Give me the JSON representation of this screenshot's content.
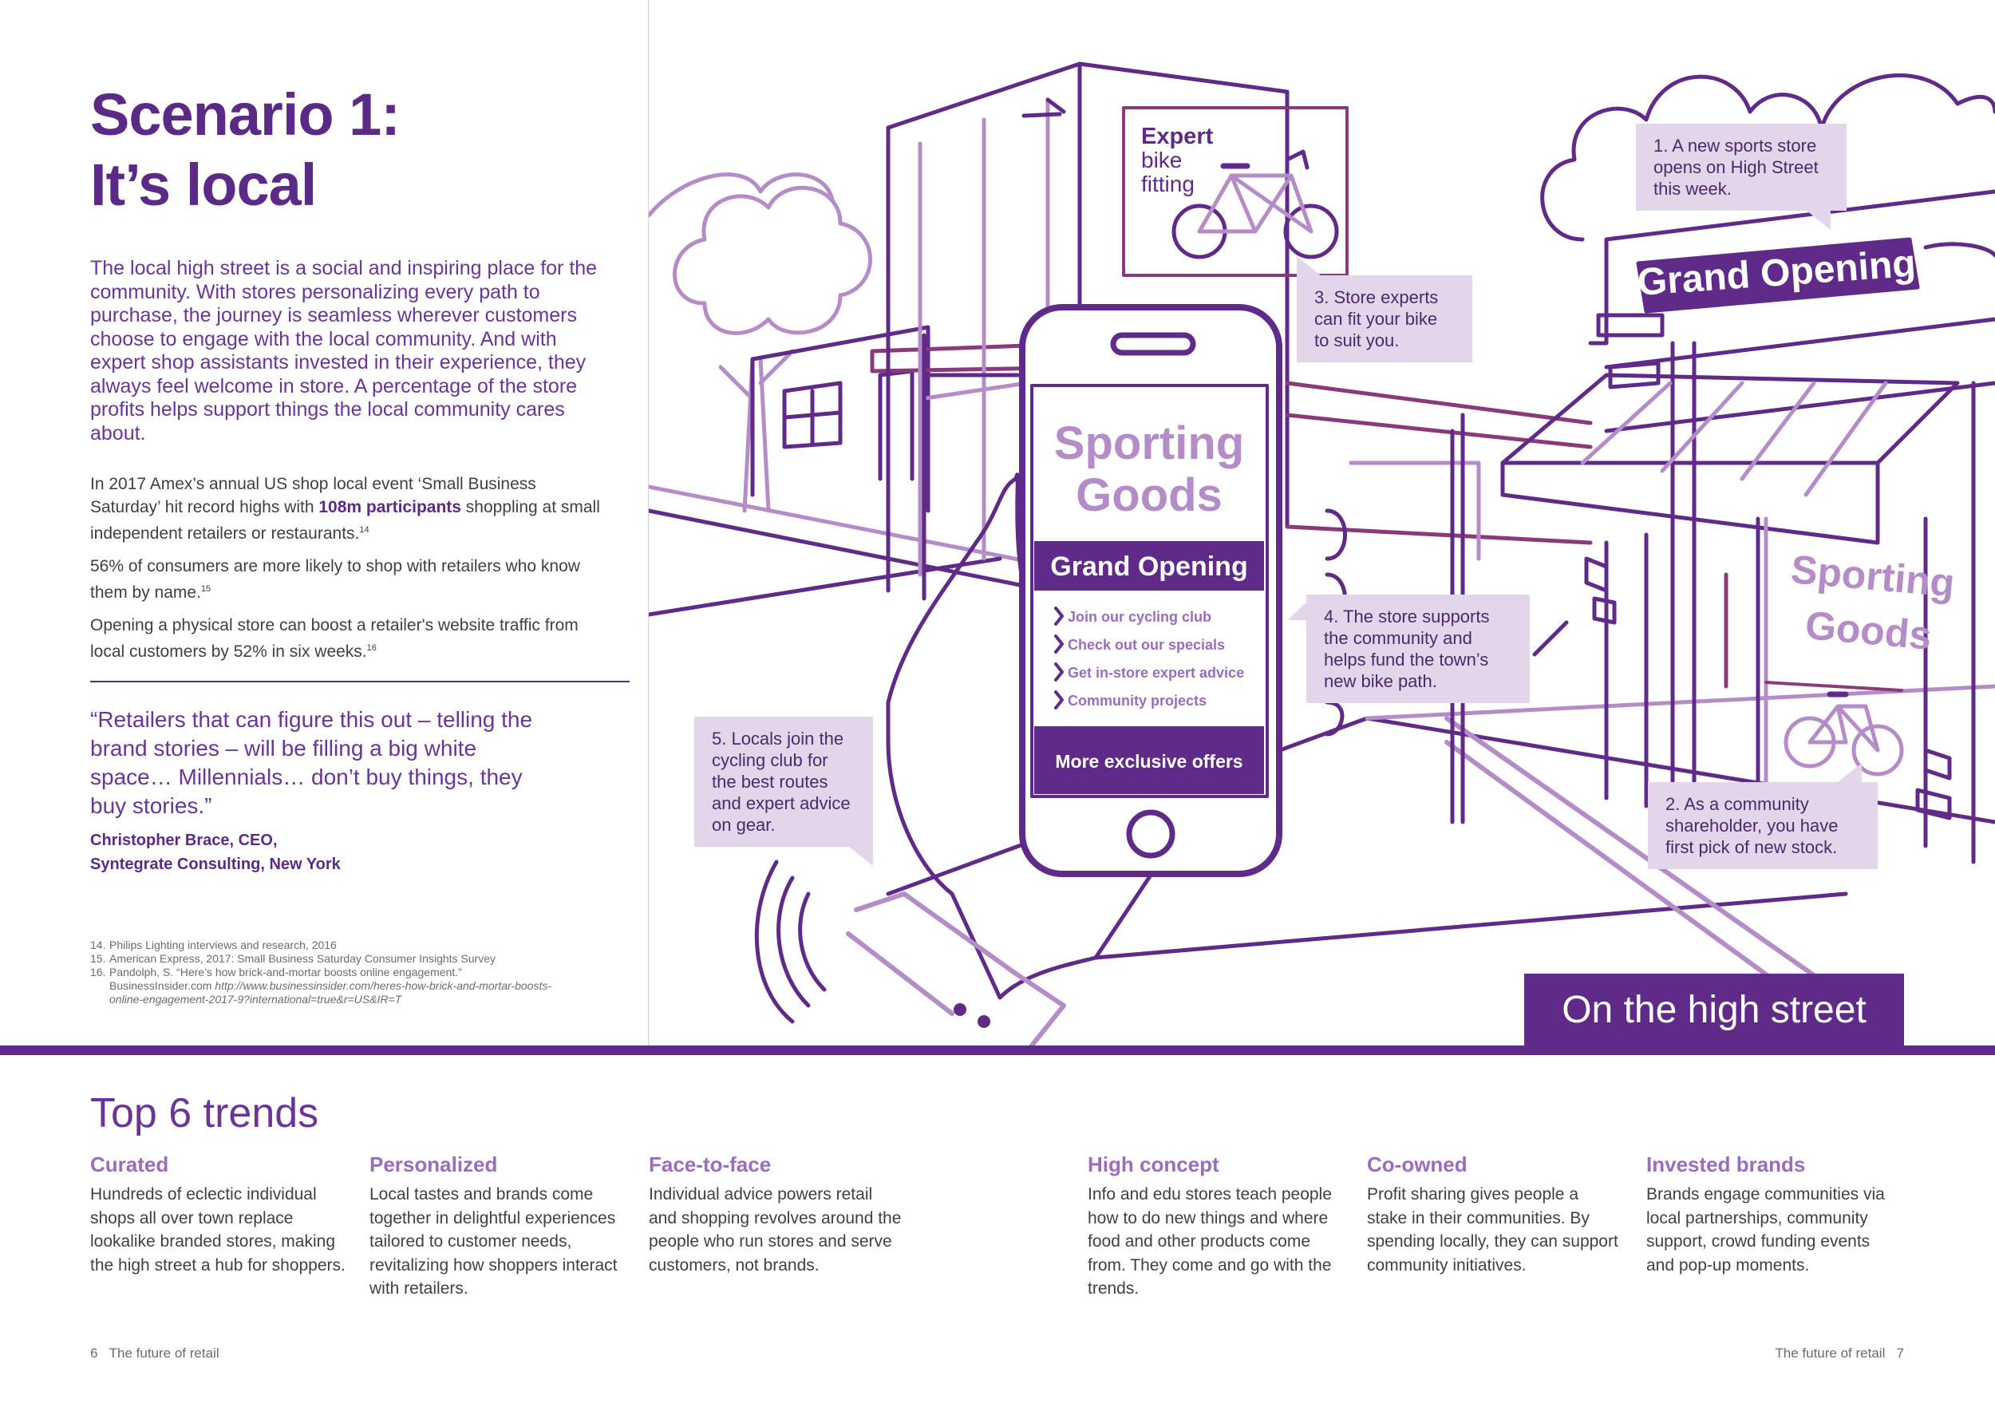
{
  "title_line1": "Scenario 1:",
  "title_line2": "It’s local",
  "intro": "The local high street is a social and inspiring place for the community. With stores personalizing every path to purchase, the journey is seamless wherever customers choose to engage with the local community. And with expert shop assistants invested in their experience, they always feel welcome in store. A percentage of the store profits helps support things the local community cares about.",
  "stats": {
    "s1_pre": "In 2017 Amex’s annual US shop local event ‘Small Business Saturday’ hit record highs with ",
    "s1_bold": "108m participants",
    "s1_post": " shoppling at small independent retailers or restaurants.",
    "s1_ref": "14",
    "s2": "56% of consumers are more likely to shop with retailers who know them by name.",
    "s2_ref": "15",
    "s3": "Opening a physical store can boost a retailer's website traffic from local customers by 52% in six weeks.",
    "s3_ref": "16"
  },
  "quote": "“Retailers that can figure this out – telling the brand stories – will be filling a big white space… Millennials… don’t buy things, they buy stories.”",
  "quote_author": "Christopher Brace, CEO,",
  "quote_company": "Syntegrate Consulting, New York",
  "footnotes": [
    {
      "num": "14.",
      "text": "Philips Lighting interviews and research, 2016"
    },
    {
      "num": "15.",
      "text": "American Express, 2017: Small Business Saturday Consumer Insights Survey"
    },
    {
      "num": "16.",
      "text": "Pandolph, S. “Here’s how brick-and-mortar boosts online engagement.”"
    }
  ],
  "footnote16_source": "BusinessInsider.com",
  "footnote16_url": "http://www.businessinsider.com/heres-how-brick-and-mortar-boosts-online-engagement-2017-9?international=true&r=US&IR=T",
  "illustration": {
    "billboard_line1": "Expert",
    "billboard_line2": "bike",
    "billboard_line3": "fitting",
    "phone_heading_line1": "Sporting",
    "phone_heading_line2": "Goods",
    "phone_banner": "Grand Opening",
    "phone_menu": [
      "Join our cycling club",
      "Check out our specials",
      "Get in-store expert advice",
      "Community projects"
    ],
    "phone_offer": "More exclusive offers",
    "store_sign": "Grand Opening",
    "window_line1": "Sporting",
    "window_line2": "Goods"
  },
  "callouts": {
    "c1": "1. A new sports store opens on High Street this week.",
    "c2": "2. As a community shareholder, you have first pick of new stock.",
    "c3": "3. Store experts can fit your bike to suit you.",
    "c4": "4. The store supports the community and helps fund the town’s new bike path.",
    "c5": "5. Locals join the cycling club for the best routes and expert advice on gear."
  },
  "banner": "On the high street",
  "trends_title": "Top 6 trends",
  "trends": [
    {
      "title": "Curated",
      "text": "Hundreds of eclectic individual shops all over town replace lookalike branded stores, making the high street a hub for shoppers."
    },
    {
      "title": "Personalized",
      "text": "Local tastes and brands come together in delightful experiences tailored to customer needs, revitalizing how shoppers interact with retailers."
    },
    {
      "title": "Face-to-face",
      "text": "Individual advice powers retail and shopping revolves around the people who run stores and serve customers, not brands."
    },
    {
      "title": "High concept",
      "text": "Info and edu stores teach people how to do new things and where food and other products come from. They come and go with the trends."
    },
    {
      "title": "Co-owned",
      "text": "Profit sharing gives people a stake in their communities. By spending locally, they can support community initiatives."
    },
    {
      "title": "Invested brands",
      "text": "Brands engage communities via local partnerships, community support, crowd funding events and pop-up moments."
    }
  ],
  "footer_left_num": "6",
  "footer_left_text": "The future of retail",
  "footer_right_text": "The future of retail",
  "footer_right_num": "7",
  "colors": {
    "primary": "#5f2a88",
    "light": "#b48cc8",
    "callout_bg": "#e3d5ea",
    "heading_light": "#9a6dbc"
  }
}
